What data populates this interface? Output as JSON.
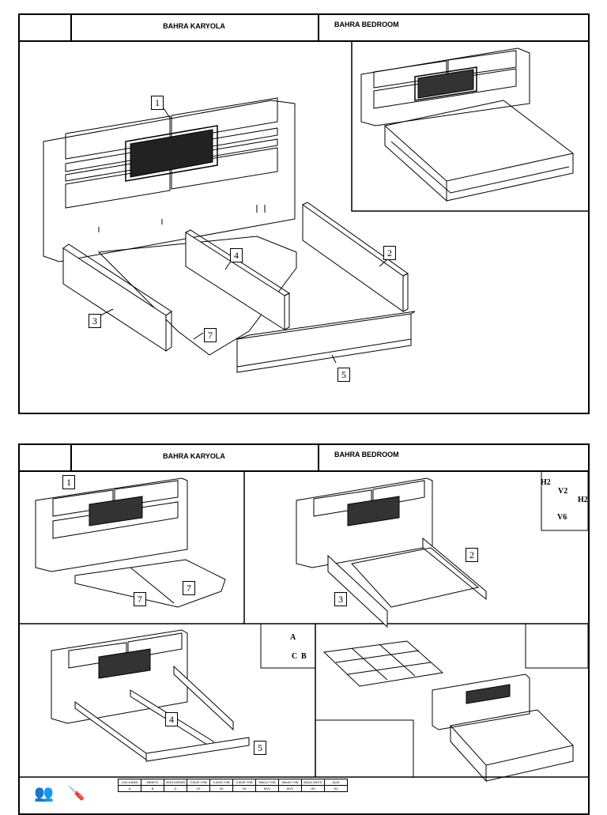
{
  "sheets": [
    {
      "header": {
        "left_title": "BAHRA  KARYOLA",
        "right_title": "BAHRA BEDROOM"
      }
    },
    {
      "header": {
        "left_title": "BAHRA  KARYOLA",
        "right_title": "BAHRA BEDROOM"
      }
    }
  ],
  "part_numbers": {
    "headboard": "1",
    "side_rail_right": "2",
    "side_rail_left": "3",
    "center_beam": "4",
    "footboard": "5",
    "slat_panel": "7"
  },
  "detail_labels": {
    "h2a": "H2",
    "v2": "V2",
    "h2b": "H2",
    "v6": "V6",
    "a": "A",
    "c": "C",
    "b": "B"
  },
  "fittings": {
    "headers": [
      "ÇİVİ-KAMA",
      "MİNİFİX",
      "VİDA KAPAĞI",
      "3,5x25 YHB",
      "3,5x35 YHB",
      "3,5x35 YHB",
      "M6x12 YSB",
      "M6x30 YSB",
      "BAZA ÜNİTE",
      "AÇIK"
    ],
    "codes": [
      "A",
      "B",
      "D",
      "V2",
      "V6",
      "V5",
      "MV1",
      "MV2",
      "H5",
      "H2"
    ]
  }
}
